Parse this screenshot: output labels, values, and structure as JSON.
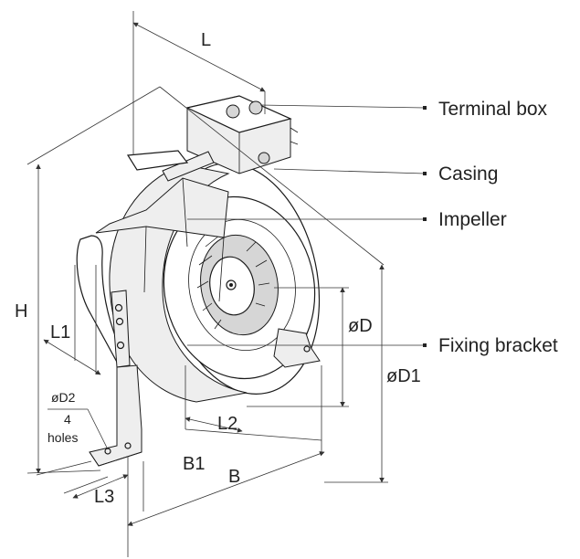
{
  "callouts": {
    "terminal_box": "Terminal box",
    "casing": "Casing",
    "impeller": "Impeller",
    "fixing_bracket": "Fixing bracket"
  },
  "dimensions": {
    "L": "L",
    "H": "H",
    "L1": "L1",
    "L2": "L2",
    "L3": "L3",
    "B": "B",
    "B1": "B1",
    "D": "øD",
    "D1": "øD1",
    "D2": "øD2",
    "D2_count": "4",
    "D2_holes": "holes"
  }
}
